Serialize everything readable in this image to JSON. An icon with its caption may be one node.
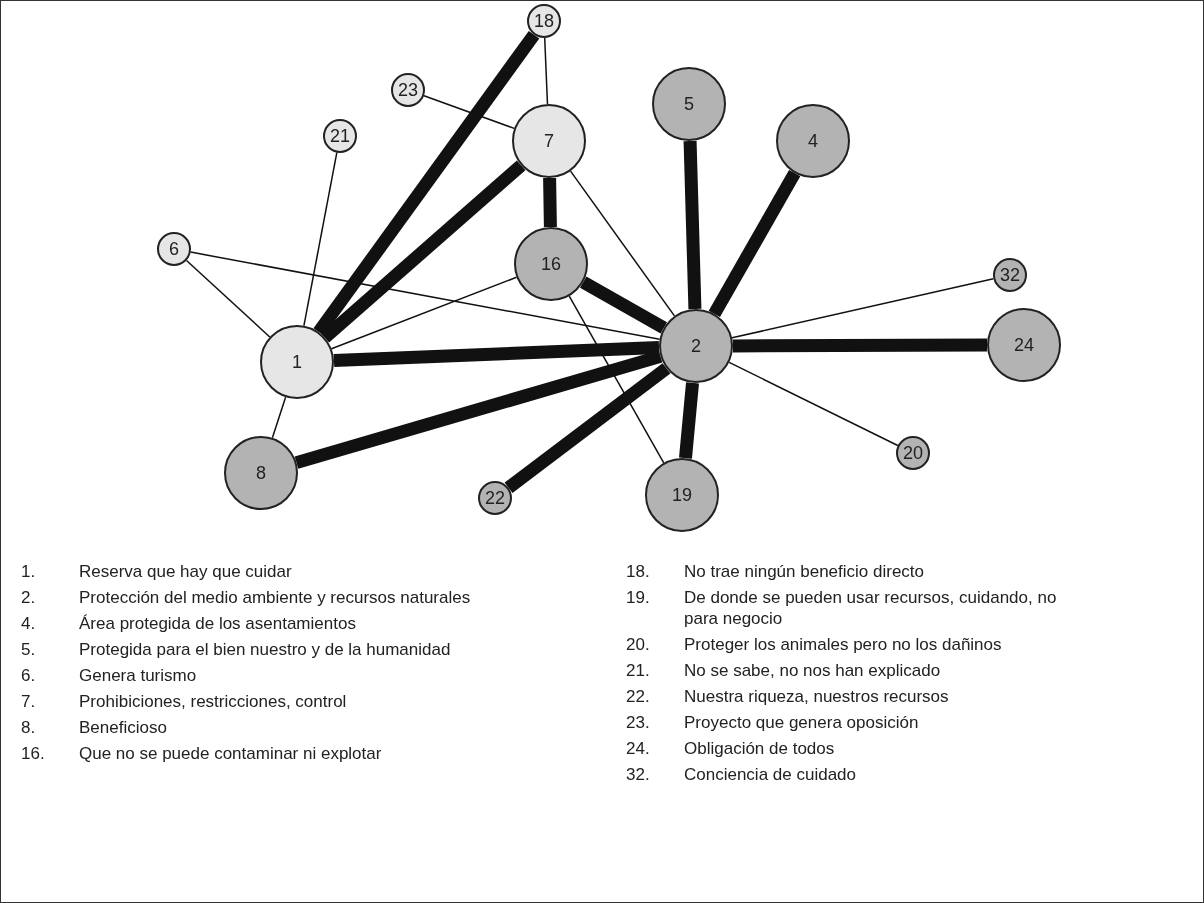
{
  "diagram": {
    "nodes": [
      {
        "text": [
          "18"
        ]
      },
      {
        "text": [
          "23"
        ]
      },
      {
        "text": [
          "5"
        ]
      },
      {
        "text": [
          "7"
        ]
      },
      {
        "text": [
          "21"
        ]
      },
      {
        "text": [
          "4"
        ]
      },
      {
        "text": [
          "6"
        ]
      },
      {
        "text": [
          "16"
        ]
      },
      {
        "text": [
          "32"
        ]
      },
      {
        "text": [
          "1"
        ]
      },
      {
        "text": [
          "2"
        ]
      },
      {
        "text": [
          "24"
        ]
      },
      {
        "text": [
          "8"
        ]
      },
      {
        "text": [
          "20"
        ]
      },
      {
        "text": [
          "22"
        ]
      },
      {
        "text": [
          "19"
        ]
      }
    ],
    "edges": [
      {
        "from": 9,
        "to": 10,
        "arrow": "none",
        "style": "thick"
      },
      {
        "from": 9,
        "to": 3,
        "arrow": "none",
        "style": "thick"
      },
      {
        "from": 9,
        "to": 0,
        "arrow": "none",
        "style": "thick"
      },
      {
        "from": 9,
        "to": 4,
        "arrow": "none"
      },
      {
        "from": 9,
        "to": 6,
        "arrow": "none"
      },
      {
        "from": 9,
        "to": 7,
        "arrow": "none"
      },
      {
        "from": 9,
        "to": 12,
        "arrow": "none"
      },
      {
        "from": 12,
        "to": 10,
        "arrow": "none",
        "style": "thick"
      },
      {
        "from": 6,
        "to": 10,
        "arrow": "none"
      },
      {
        "from": 10,
        "to": 2,
        "arrow": "none",
        "style": "thick"
      },
      {
        "from": 10,
        "to": 5,
        "arrow": "none",
        "style": "thick"
      },
      {
        "from": 10,
        "to": 7,
        "arrow": "none",
        "style": "thick"
      },
      {
        "from": 10,
        "to": 3,
        "arrow": "none"
      },
      {
        "from": 10,
        "to": 8,
        "arrow": "none"
      },
      {
        "from": 10,
        "to": 11,
        "arrow": "none",
        "style": "thick"
      },
      {
        "from": 10,
        "to": 13,
        "arrow": "none"
      },
      {
        "from": 10,
        "to": 14,
        "arrow": "none",
        "style": "thick"
      },
      {
        "from": 10,
        "to": 15,
        "arrow": "none",
        "style": "thick"
      },
      {
        "from": 7,
        "to": 15,
        "arrow": "none"
      },
      {
        "from": 3,
        "to": 7,
        "arrow": "none",
        "style": "thick"
      },
      {
        "from": 3,
        "to": 0,
        "arrow": "none"
      },
      {
        "from": 3,
        "to": 1,
        "arrow": "none"
      }
    ],
    "labels": [
      "1.",
      "Reserva que hay que cuidar",
      "2.",
      "Protección del medio ambiente y recursos naturales",
      "4.",
      "Área protegida de los asentamientos",
      "5.",
      "Protegida para el bien nuestro y de la humanidad",
      "6.",
      "Genera turismo",
      "7.",
      "Prohibiciones, restricciones, control",
      "8.",
      "Beneficioso",
      "16.",
      "Que no se puede contaminar ni explotar",
      "18.",
      "No trae ningún beneficio directo",
      "19.",
      "De donde se pueden usar recursos, cuidando, no para negocio",
      "20.",
      "Proteger los animales pero no los dañinos",
      "21.",
      "No se sabe, no nos han explicado",
      "22.",
      "Nuestra riqueza, nuestros recursos",
      "23.",
      "Proyecto que genera oposición",
      "24.",
      "Obligación de todos",
      "32.",
      "Conciencia de cuidado"
    ]
  }
}
